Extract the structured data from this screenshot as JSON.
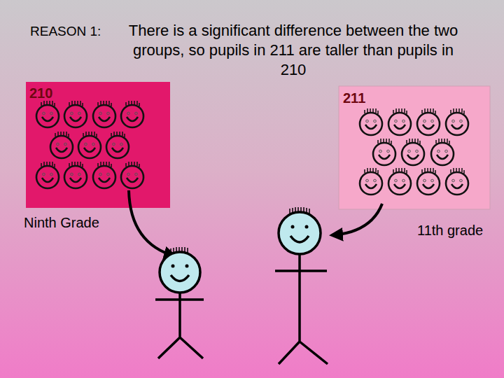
{
  "diagram": {
    "title": "There is a significant difference between the two groups, so pupils in 211 are taller than pupils in 210",
    "nodes": [
      {
        "text": [
          "210"
        ]
      },
      {
        "text": [
          "211"
        ]
      }
    ],
    "labels": [
      "REASON 1:",
      "Ninth Grade",
      "11th grade"
    ]
  }
}
